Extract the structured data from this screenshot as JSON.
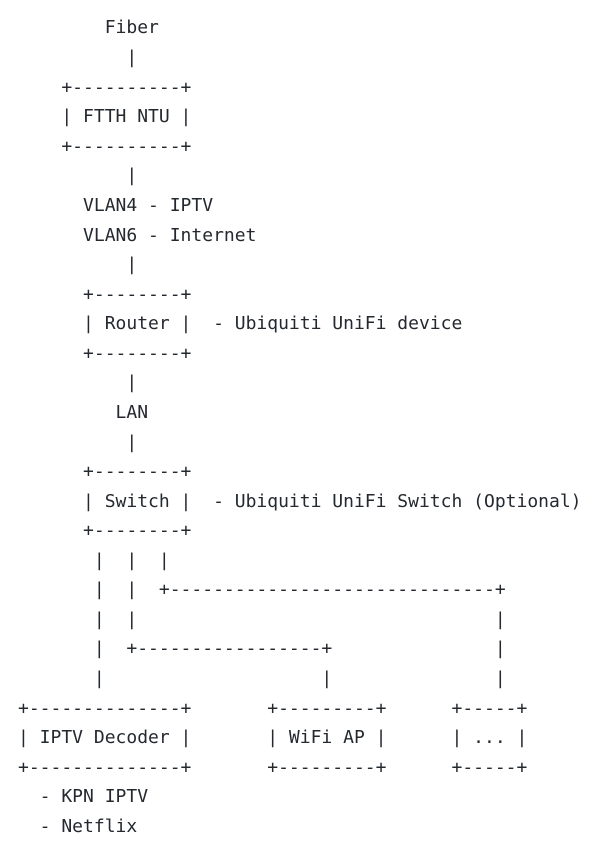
{
  "diagram": {
    "lines": [
      "        Fiber",
      "          |",
      "    +----------+",
      "    | FTTH NTU |",
      "    +----------+",
      "          |",
      "      VLAN4 - IPTV",
      "      VLAN6 - Internet",
      "          |",
      "      +--------+",
      "      | Router |  - Ubiquiti UniFi device",
      "      +--------+",
      "          |",
      "         LAN",
      "          |",
      "      +--------+",
      "      | Switch |  - Ubiquiti UniFi Switch (Optional)",
      "      +--------+",
      "       |  |  |",
      "       |  |  +------------------------------+",
      "       |  |                                 |",
      "       |  +-----------------+               |",
      "       |                    |               |",
      "+--------------+       +---------+      +-----+",
      "| IPTV Decoder |       | WiFi AP |      | ... |",
      "+--------------+       +---------+      +-----+",
      "  - KPN IPTV",
      "  - Netflix"
    ]
  }
}
